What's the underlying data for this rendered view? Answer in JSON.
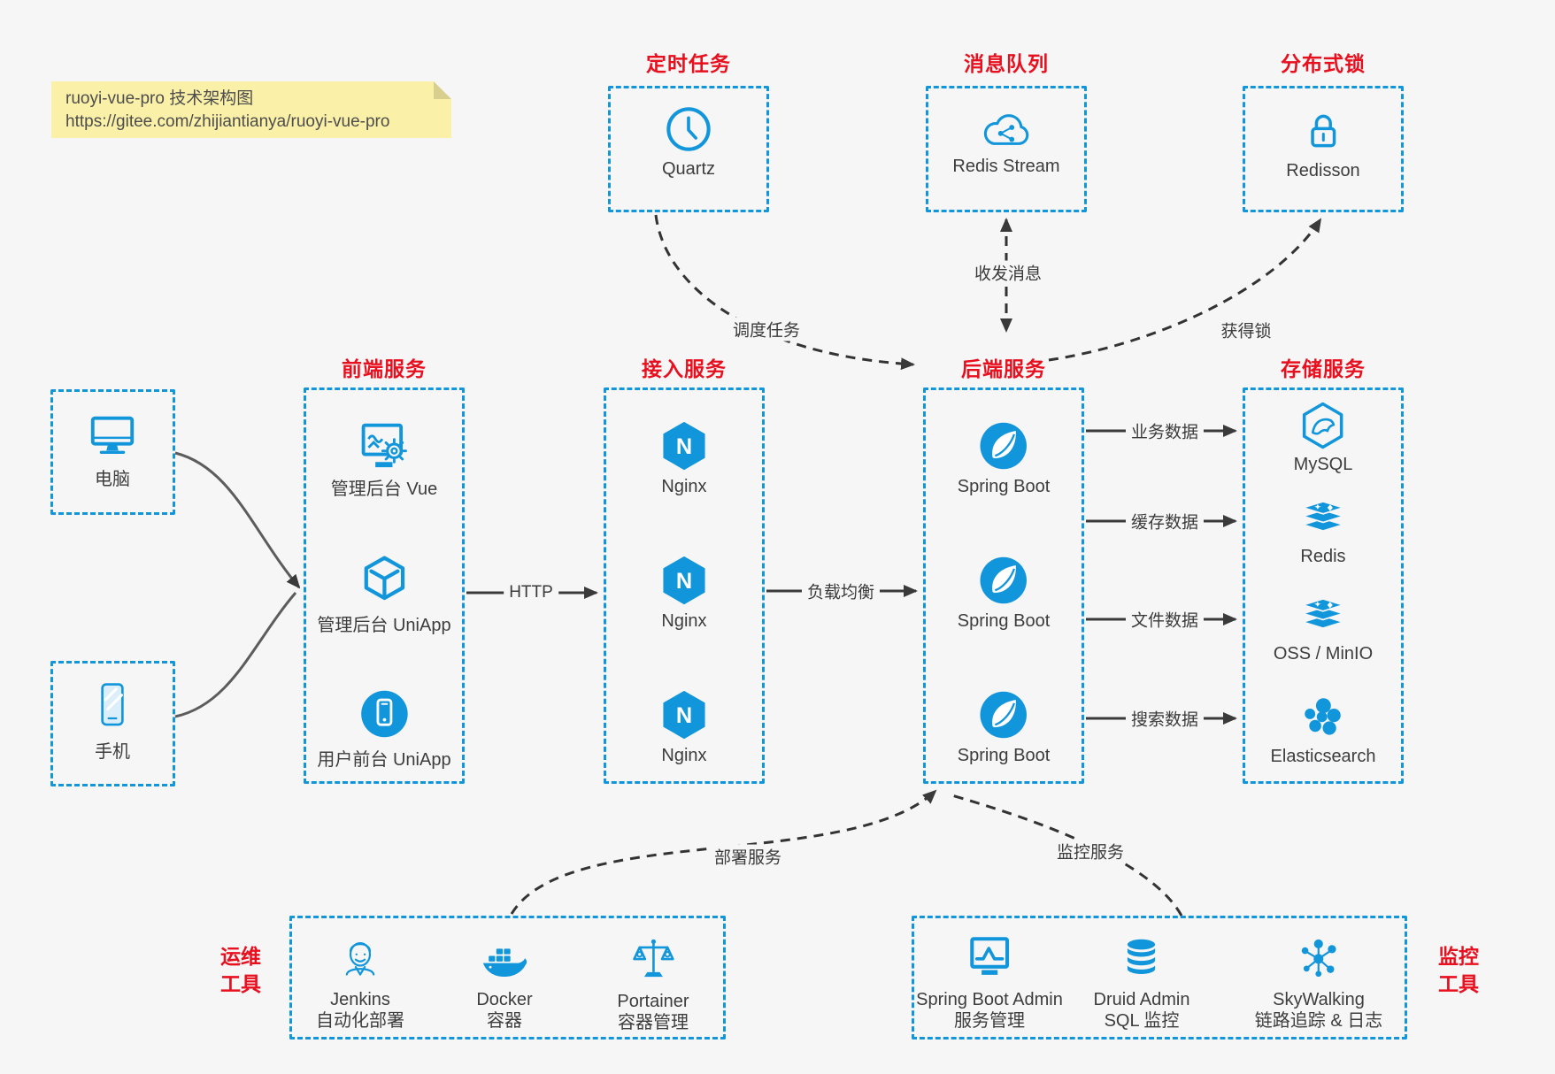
{
  "colors": {
    "blue": "#1296db",
    "red": "#e8101e",
    "arrow": "#3a3a3a",
    "note_bg": "#faf0a8"
  },
  "note": {
    "line1": "ruoyi-vue-pro 技术架构图",
    "line2": "https://gitee.com/zhijiantianya/ruoyi-vue-pro"
  },
  "top_groups": {
    "scheduler": {
      "title": "定时任务",
      "item": {
        "label": "Quartz",
        "icon": "clock-icon"
      }
    },
    "mq": {
      "title": "消息队列",
      "item": {
        "label": "Redis Stream",
        "icon": "cloud-stream-icon"
      }
    },
    "lock": {
      "title": "分布式锁",
      "item": {
        "label": "Redisson",
        "icon": "lock-icon"
      }
    }
  },
  "clients": {
    "items": [
      {
        "label": "电脑",
        "icon": "desktop-icon"
      },
      {
        "label": "手机",
        "icon": "mobile-icon"
      }
    ]
  },
  "columns": {
    "frontend": {
      "title": "前端服务",
      "items": [
        {
          "label": "管理后台 Vue",
          "icon": "admin-vue-icon"
        },
        {
          "label": "管理后台 UniApp",
          "icon": "cube-icon"
        },
        {
          "label": "用户前台 UniApp",
          "icon": "user-app-icon"
        }
      ]
    },
    "gateway": {
      "title": "接入服务",
      "letter": "N",
      "items": [
        {
          "label": "Nginx",
          "icon": "nginx-icon"
        },
        {
          "label": "Nginx",
          "icon": "nginx-icon"
        },
        {
          "label": "Nginx",
          "icon": "nginx-icon"
        }
      ]
    },
    "backend": {
      "title": "后端服务",
      "items": [
        {
          "label": "Spring Boot",
          "icon": "spring-icon"
        },
        {
          "label": "Spring Boot",
          "icon": "spring-icon"
        },
        {
          "label": "Spring Boot",
          "icon": "spring-icon"
        }
      ]
    },
    "storage": {
      "title": "存储服务",
      "items": [
        {
          "label": "MySQL",
          "icon": "mysql-icon"
        },
        {
          "label": "Redis",
          "icon": "redis-icon"
        },
        {
          "label": "OSS / MinIO",
          "icon": "oss-icon"
        },
        {
          "label": "Elasticsearch",
          "icon": "elasticsearch-icon"
        }
      ]
    }
  },
  "bottom_groups": {
    "ops": {
      "title_line1": "运维",
      "title_line2": "工具",
      "items": [
        {
          "name": "Jenkins",
          "desc": "自动化部署",
          "icon": "jenkins-icon"
        },
        {
          "name": "Docker",
          "desc": "容器",
          "icon": "docker-icon"
        },
        {
          "name": "Portainer",
          "desc": "容器管理",
          "icon": "portainer-icon"
        }
      ]
    },
    "monitoring": {
      "title_line1": "监控",
      "title_line2": "工具",
      "items": [
        {
          "name": "Spring Boot Admin",
          "desc": "服务管理",
          "icon": "monitor-pulse-icon"
        },
        {
          "name": "Druid Admin",
          "desc": "SQL 监控",
          "icon": "database-icon"
        },
        {
          "name": "SkyWalking",
          "desc": "链路追踪 & 日志",
          "icon": "topology-icon"
        }
      ]
    }
  },
  "edges": {
    "http": "HTTP",
    "load_balance": "负载均衡",
    "schedule_task": "调度任务",
    "send_receive_message": "收发消息",
    "acquire_lock": "获得锁",
    "business_data": "业务数据",
    "cache_data": "缓存数据",
    "file_data": "文件数据",
    "search_data": "搜索数据",
    "deploy_service": "部署服务",
    "monitor_service": "监控服务"
  }
}
